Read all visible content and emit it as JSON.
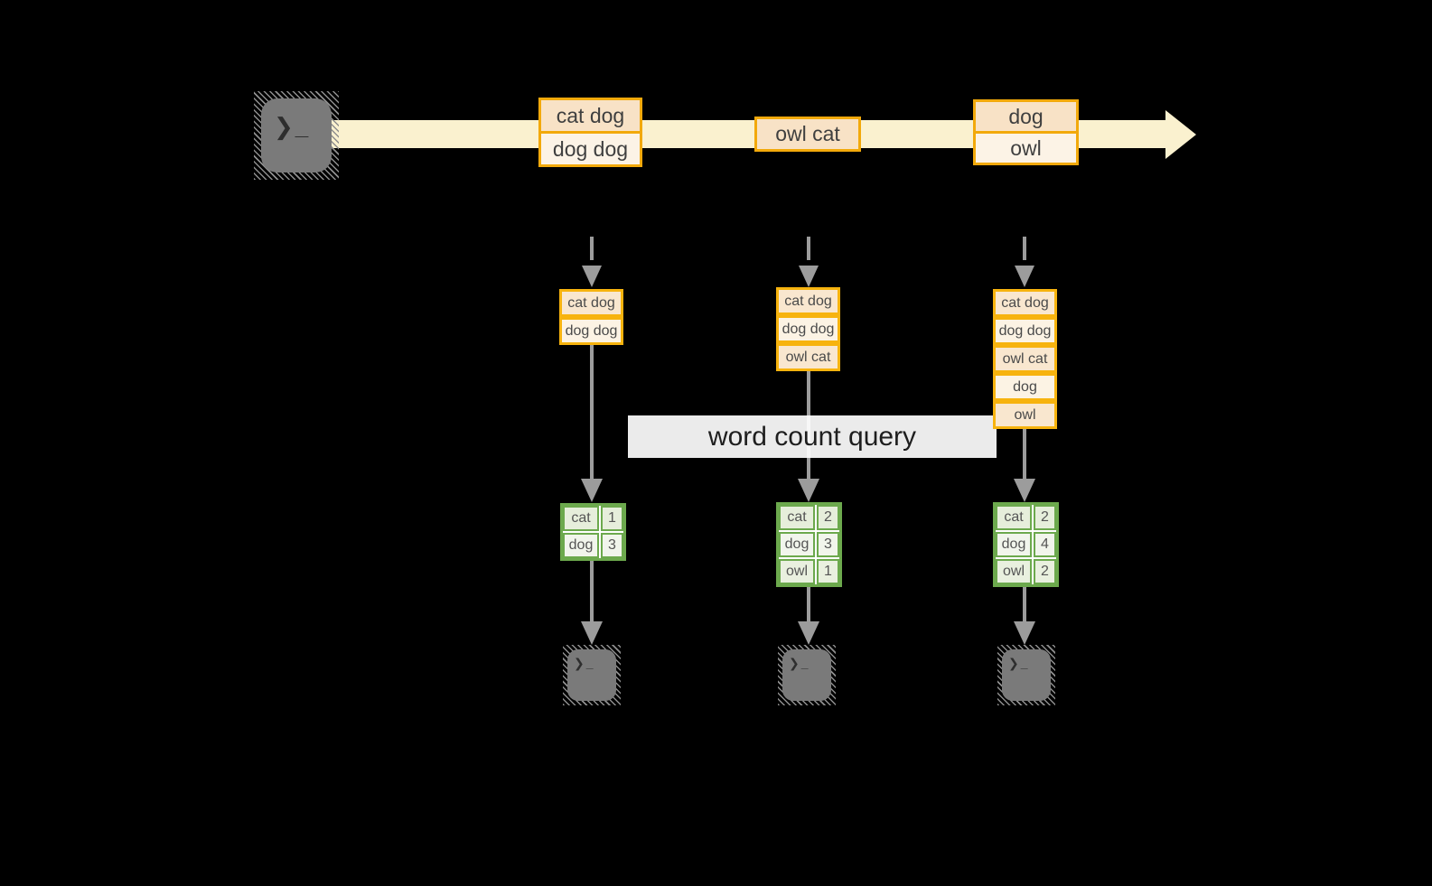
{
  "palette": {
    "background": "#000000",
    "stream_band": "#FAF1CF",
    "gold_border": "#F5AE0D",
    "peach_fill": "#F8E2C6",
    "cream_fill": "#FCF3E6",
    "green_border": "#6CA94D",
    "green_cell": "#E6EEDB",
    "green_cell_alt": "#F1F5EC",
    "arrow_gray": "#9C9C9C",
    "terminal_gray": "#7A7A7A"
  },
  "terminal": {
    "glyph": "❯_"
  },
  "query": {
    "label": "word count query"
  },
  "stream": {
    "batches": [
      {
        "rows": [
          {
            "text": "cat dog"
          },
          {
            "text": "dog dog"
          }
        ]
      },
      {
        "rows": [
          {
            "text": "owl cat"
          }
        ]
      },
      {
        "rows": [
          {
            "text": "dog"
          },
          {
            "text": "owl"
          }
        ]
      }
    ]
  },
  "columns": [
    {
      "state": [
        "cat dog",
        "dog dog"
      ],
      "counts": [
        {
          "word": "cat",
          "value": "1"
        },
        {
          "word": "dog",
          "value": "3"
        }
      ]
    },
    {
      "state": [
        "cat dog",
        "dog dog",
        "owl cat"
      ],
      "counts": [
        {
          "word": "cat",
          "value": "2"
        },
        {
          "word": "dog",
          "value": "3"
        },
        {
          "word": "owl",
          "value": "1"
        }
      ]
    },
    {
      "state": [
        "cat dog",
        "dog dog",
        "owl cat",
        "dog",
        "owl"
      ],
      "counts": [
        {
          "word": "cat",
          "value": "2"
        },
        {
          "word": "dog",
          "value": "4"
        },
        {
          "word": "owl",
          "value": "2"
        }
      ]
    }
  ]
}
